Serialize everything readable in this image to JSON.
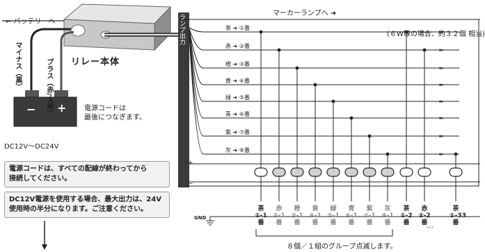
{
  "labels": {
    "to_battery": "← バッテリーへ",
    "to_marker": "マーカーランプへ ➜",
    "relay_body": "リレー本体",
    "plus_wire": "プラス（赤/太線）",
    "minus_wire": "マイナス（黒）",
    "power_cord_note": "電源コードは\n最後につなぎます。",
    "voltage": "DC12V〜DC24V",
    "lamp_output": "ランプ出力",
    "six_w": "(６W球の場合、約３２個 相当)",
    "gnd": "GND",
    "group_note": "８個／１組のグループ点滅します。",
    "plus_bus": "+",
    "minus_bus": "−",
    "battery_minus_symbol": "−",
    "battery_plus_symbol": "+"
  },
  "notes": [
    "電源コードは、すべての配線が終わってから\n接続してください。",
    "DC12V電源を使用する場合、最大出力は、24V\n使用時の半分になります。ご注意ください。"
  ],
  "wires": [
    {
      "label": "茶 ➜ ①番"
    },
    {
      "label": "赤 ➜ ②番"
    },
    {
      "label": "橙 ➜ ③番"
    },
    {
      "label": "黄 ➜ ④番"
    },
    {
      "label": "緑 ➜ ⑤番"
    },
    {
      "label": "青 ➜ ⑥番"
    },
    {
      "label": "紫 ➜ ⑦番"
    },
    {
      "label": "灰 ➜ ⑧番"
    }
  ],
  "channels": [
    {
      "color": "茶",
      "num": "①-1",
      "suffix": "番",
      "style": "normal"
    },
    {
      "color": "赤",
      "num": "②-1",
      "suffix": "番",
      "style": "gray"
    },
    {
      "color": "橙",
      "num": "③-1",
      "suffix": "番",
      "style": "gray"
    },
    {
      "color": "黄",
      "num": "④-1",
      "suffix": "番",
      "style": "gray"
    },
    {
      "color": "緑",
      "num": "⑤-1",
      "suffix": "番",
      "style": "gray"
    },
    {
      "color": "青",
      "num": "⑥-1",
      "suffix": "番",
      "style": "gray"
    },
    {
      "color": "紫",
      "num": "⑦-1",
      "suffix": "番",
      "style": "gray"
    },
    {
      "color": "灰",
      "num": "⑧-1",
      "suffix": "番",
      "style": "gray"
    },
    {
      "color": "茶",
      "num": "①-2",
      "suffix": "番",
      "style": "normal"
    },
    {
      "color": "赤",
      "num": "②-2",
      "suffix": "番",
      "style": "normal"
    },
    {
      "color": "茶",
      "num": "①-33",
      "suffix": "番",
      "style": "normal"
    }
  ],
  "ellipsis": "…",
  "colors": {
    "ink": "#222222",
    "panel": "#3a3a3a",
    "note_bg": "#f1f1f1"
  }
}
